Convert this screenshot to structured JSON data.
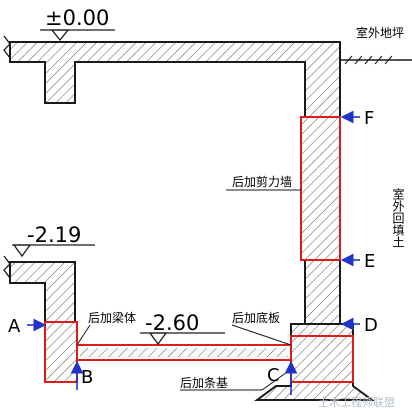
{
  "levels": {
    "top": "±0.00",
    "mid": "-2.19",
    "bottom": "-2.60"
  },
  "labels": {
    "outdoor_ground": "室外地坪",
    "shear_wall": "后加剪力墙",
    "backfill": "室外回填土",
    "beam_body": "后加梁体",
    "base_slab": "后加底板",
    "strip_foundation": "后加条基"
  },
  "points": {
    "A": "A",
    "B": "B",
    "C": "C",
    "D": "D",
    "E": "E",
    "F": "F"
  },
  "watermark": "土木工程师联盟",
  "colors": {
    "line": "#1a1a1a",
    "added_outline": "#e01b1b",
    "arrow": "#1f33c8"
  }
}
